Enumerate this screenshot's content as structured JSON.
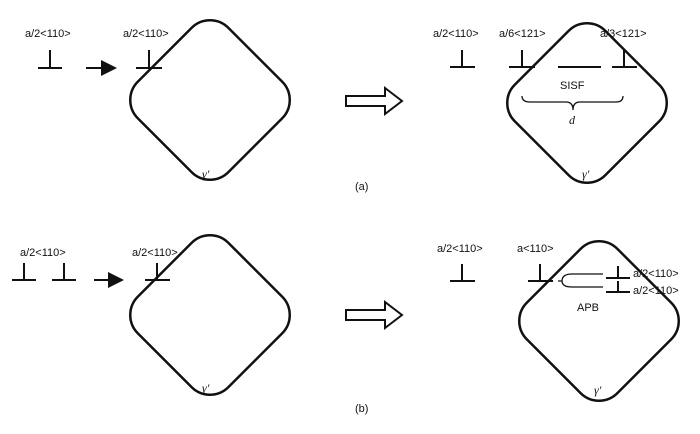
{
  "panel_a": {
    "caption": "(a)",
    "left": {
      "incoming_label": "a/2<110>",
      "entering_label": "a/2<110>",
      "precipitate_label": "γ'"
    },
    "right": {
      "label_1": "a/2<110>",
      "label_2": "a/6<121>",
      "label_3": "a/3<121>",
      "fault_label": "SISF",
      "distance_label": "d",
      "precipitate_label": "γ'"
    }
  },
  "panel_b": {
    "caption": "(b)",
    "left": {
      "incoming_label": "a/2<110>",
      "entering_label": "a/2<110>",
      "precipitate_label": "γ'"
    },
    "right": {
      "label_1": "a/2<110>",
      "label_2": "a<110>",
      "label_3": "a/2<110>",
      "label_4": "a/2<110>",
      "apb_label": "APB",
      "precipitate_label": "γ'"
    }
  }
}
